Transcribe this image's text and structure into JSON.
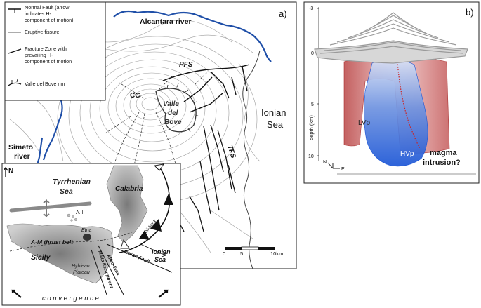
{
  "panel_a": {
    "panel_label": "a)",
    "legend": {
      "normal_fault": "Normal Fault (arrow indicates H-component of motion)",
      "eruptive_fissure": "Eruptive fissure",
      "fracture_zone": "Fracture Zone with prevailing H-component of motion",
      "valle_rim": "Valle del Bove rim"
    },
    "labels": {
      "alcantara": "Alcantara river",
      "pfs": "PFS",
      "cc": "CC",
      "valle_del_bove": [
        "Valle",
        "del",
        "Bove"
      ],
      "ionian_sea": [
        "Ionian",
        "Sea"
      ],
      "tfs": "TFS",
      "simeto": [
        "Simeto",
        "river"
      ]
    },
    "scale": {
      "ticks": [
        "0",
        "5",
        "10km"
      ]
    }
  },
  "inset": {
    "north": "N",
    "tyrrhenian": [
      "Tyrrhenian",
      "Sea"
    ],
    "calabria": "Calabria",
    "ai": "A. I.",
    "etna": "Etna",
    "am_thrust": "A-M thrust belt",
    "sicily": "Sicily",
    "hyblean": [
      "Hyblean",
      "Plateau"
    ],
    "malta": "Malta Escarpment",
    "alfeo": "Alfeo-Etna",
    "ionian_fault": "Ionian Fault",
    "ionian_sea": [
      "Ionian",
      "Sea"
    ],
    "rollback": "roll-back",
    "convergence": "c o n v e r g e n c e"
  },
  "panel_b": {
    "panel_label": "b)",
    "axis_label": "depth (km)",
    "ticks": [
      "-3",
      "0",
      "5",
      "10"
    ],
    "lvp": "LVp",
    "hvp": "HVp",
    "magma": [
      "magma",
      "intrusion?"
    ],
    "compass_n": "N",
    "compass_e": "E"
  },
  "colors": {
    "river": "#1f4fa8",
    "lvp": "#c8504f",
    "hvp": "#2a66d8",
    "relief": "#9a9a9a"
  }
}
